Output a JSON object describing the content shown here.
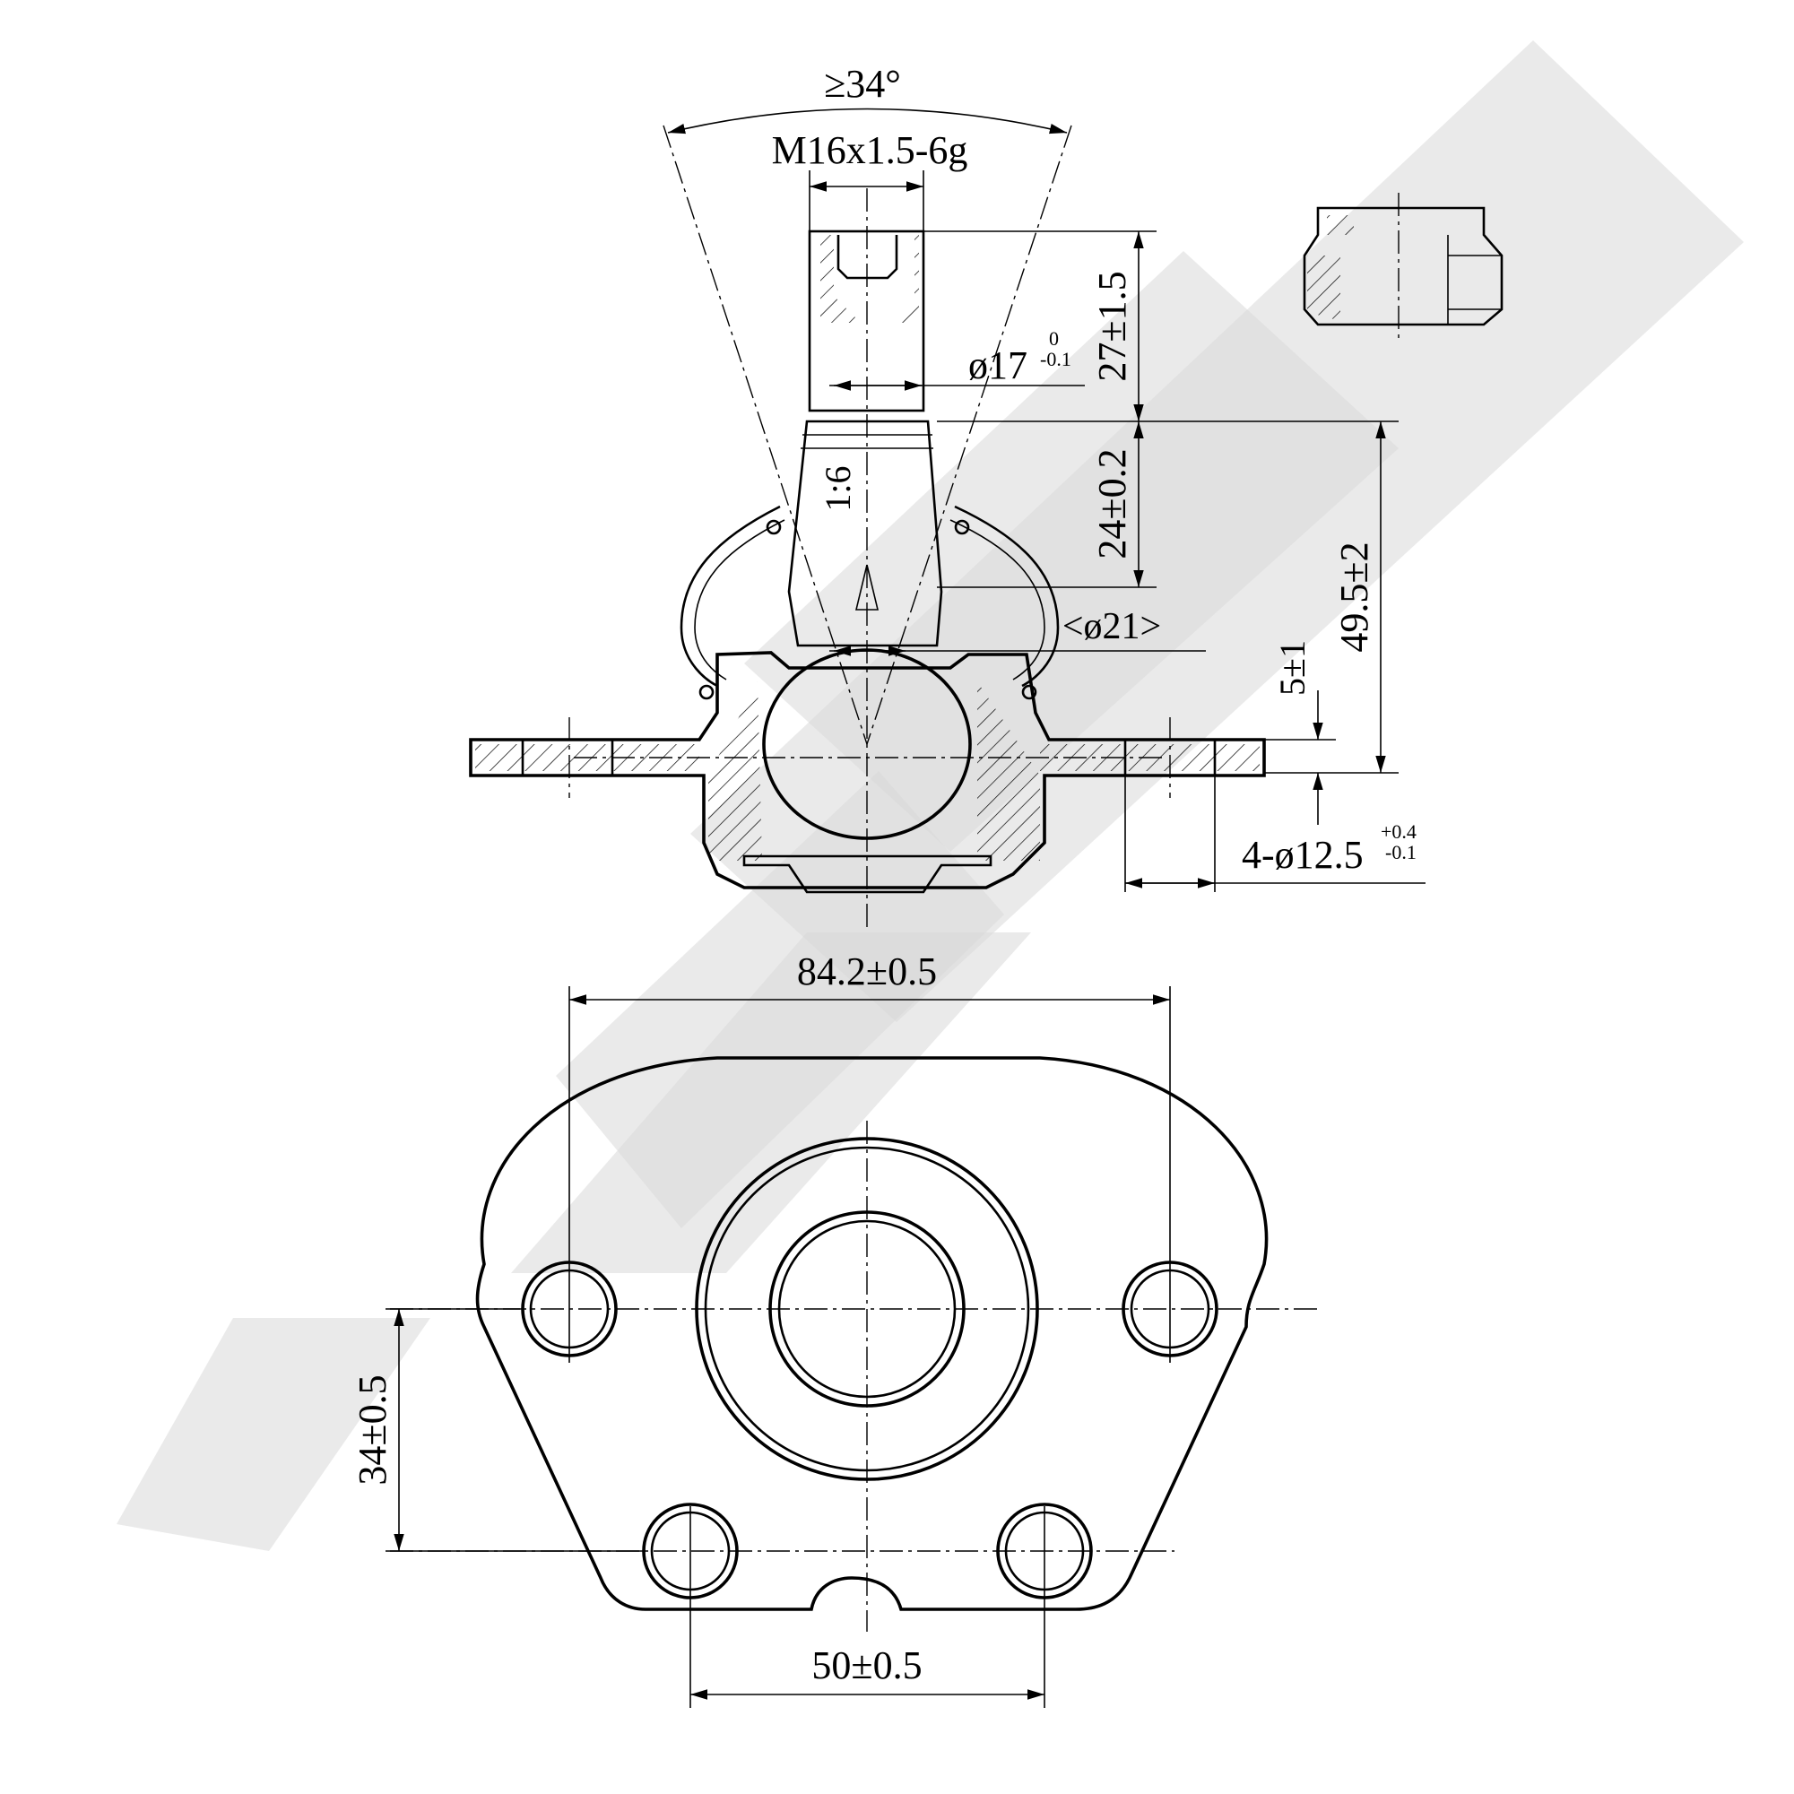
{
  "angle_label": "≥34°",
  "thread_label": "M16x1.5-6g",
  "diameter_17": {
    "main": "ø17",
    "upper": "0",
    "lower": "-0.1"
  },
  "dim_27": "27±1.5",
  "dim_24": "24±0.2",
  "dim_49_5": "49.5±2",
  "taper": "1:6",
  "diameter_21": "<ø21>",
  "dim_5": "5±1",
  "holes": {
    "main": "4-ø12.5",
    "upper": "+0.4",
    "lower": "-0.1"
  },
  "dim_84_2": "84.2±0.5",
  "dim_34": "34±0.5",
  "dim_50": "50±0.5",
  "colors": {
    "line": "#000000",
    "watermark": "#d9d9d9",
    "background": "#ffffff"
  }
}
